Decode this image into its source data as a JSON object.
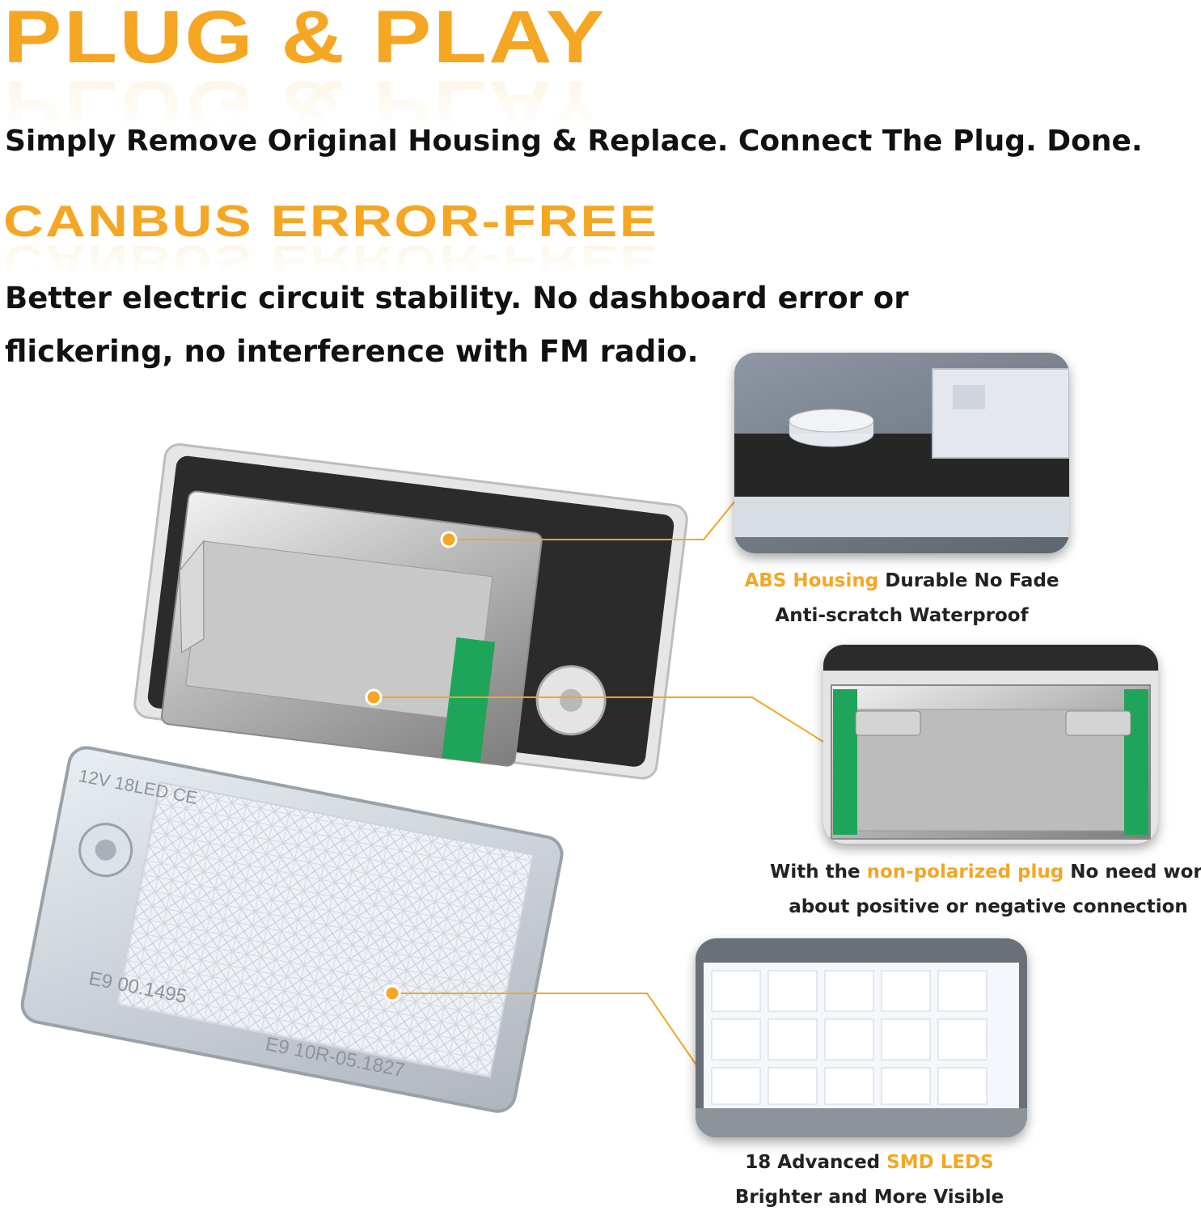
{
  "headline_1": "PLUG & PLAY",
  "subtext_1": "Simply Remove Original Housing & Replace. Connect The Plug. Done.",
  "headline_2": "CANBUS ERROR-FREE",
  "subtext_2": "Better electric circuit stability. No dashboard error or flickering, no interference with FM radio.",
  "lens_marking_1": "12V 18LED CE",
  "lens_marking_2": "E9 00.1495",
  "lens_marking_3": "E9 10R-05.1827",
  "callouts": [
    {
      "highlight": "ABS Housing",
      "rest_line1": " Durable No Fade",
      "line2": "Anti-scratch Waterproof"
    },
    {
      "lead": "With the ",
      "highlight": "non-polarized plug",
      "rest_line1": " No need worry",
      "line2": "about positive or negative connection"
    },
    {
      "lead": "18 Advanced ",
      "highlight": "SMD LEDS",
      "line2": "Brighter and More Visible"
    }
  ],
  "colors": {
    "accent": "#f5a623",
    "text": "#111111",
    "gasket": "#2b2b2b",
    "pcb": "#1fa55a"
  }
}
